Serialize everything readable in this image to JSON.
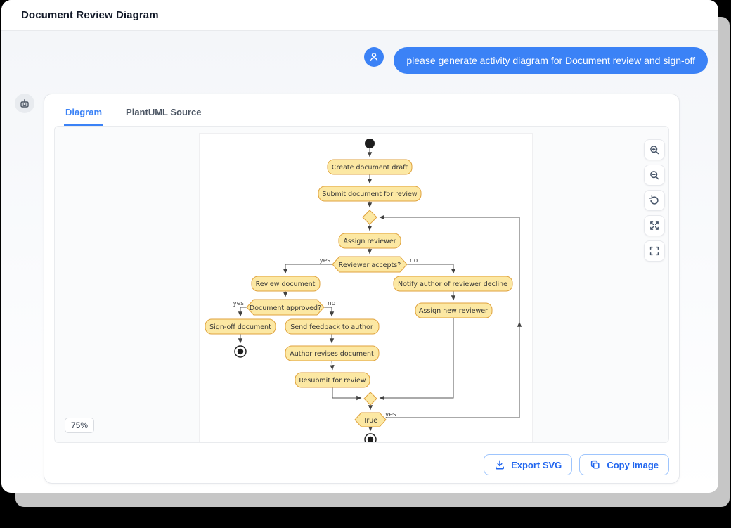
{
  "theme": {
    "accent": "#3b82f6",
    "node_fill": "#fce8a3",
    "node_border": "#dfa23d",
    "arrow": "#565656",
    "shadow_gray": "#c6c6c6"
  },
  "header": {
    "title": "Document Review Diagram"
  },
  "chat": {
    "user_message": "please generate activity diagram for Document review and sign-off"
  },
  "panel": {
    "tabs": [
      {
        "label": "Diagram",
        "active": true
      },
      {
        "label": "PlantUML Source",
        "active": false
      }
    ],
    "zoom_badge": "75%",
    "export_button": "Export SVG",
    "copy_button": "Copy Image"
  },
  "toolbar": {
    "buttons": [
      "zoom-in",
      "zoom-out",
      "reset-view",
      "expand",
      "fullscreen"
    ]
  },
  "diagram": {
    "nodes": {
      "create": "Create document draft",
      "submit": "Submit document for review",
      "assign": "Assign reviewer",
      "accepts": "Reviewer accepts?",
      "review": "Review document",
      "notify": "Notify author of reviewer decline",
      "approved": "Document approved?",
      "signoff": "Sign-off document",
      "feedback": "Send feedback to author",
      "assign_new": "Assign new reviewer",
      "revise": "Author revises document",
      "resubmit": "Resubmit for review",
      "loop_check": "True"
    },
    "labels": {
      "accepts_yes": "yes",
      "accepts_no": "no",
      "approved_yes": "yes",
      "approved_no": "no",
      "loop_yes": "yes"
    }
  }
}
